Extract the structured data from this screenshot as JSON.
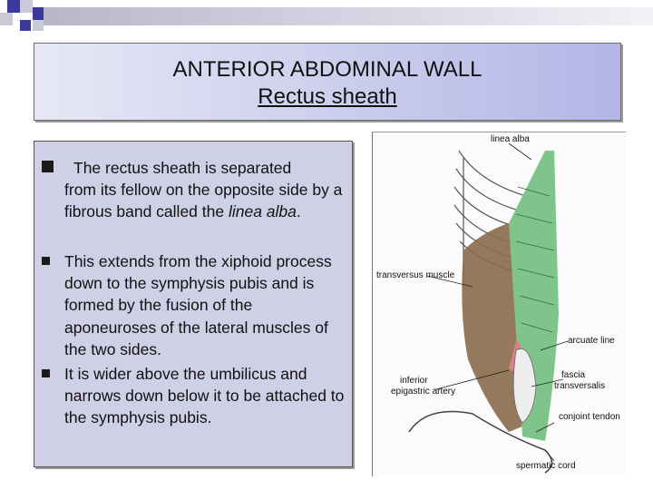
{
  "slide": {
    "title_line1": "ANTERIOR ABDOMINAL WALL",
    "title_line2": "Rectus sheath"
  },
  "bullets": [
    {
      "line1": "The rectus sheath is separated",
      "rest_before_italic": "from its fellow on the opposite side by a fibrous band called the ",
      "italic": "linea alba",
      "rest_after_italic": "."
    },
    {
      "text": "This extends from the xiphoid process down to the symphysis pubis and is formed by the fusion of the aponeuroses of the lateral muscles of the two sides."
    },
    {
      "text": "It is wider above the umbilicus and narrows down below it to be attached to the symphysis pubis."
    }
  ],
  "figure": {
    "labels": {
      "linea_alba": "linea alba",
      "transversus": "transversus muscle",
      "arcuate": "arcuate line",
      "inferior_epigastric_1": "inferior",
      "inferior_epigastric_2": "epigastric artery",
      "fascia_1": "fascia",
      "fascia_2": "transversalis",
      "conjoint": "conjoint tendon",
      "spermatic": "spermatic cord"
    },
    "colors": {
      "muscle_green": "#7fc48a",
      "muscle_brown": "#8a6a4a",
      "fascia_pink": "#d9808a"
    }
  }
}
